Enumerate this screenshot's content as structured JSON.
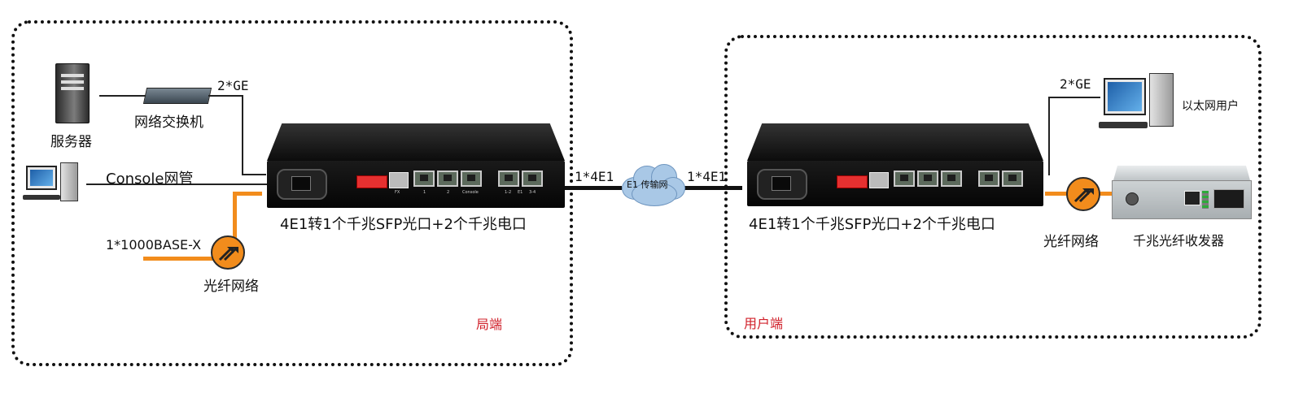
{
  "local_zone": {
    "label": "局端",
    "server_label": "服务器",
    "switch_label": "网络交换机",
    "ge_label": "2*GE",
    "console_label": "Console网管",
    "fiber_line_label": "1*1000BASE-X",
    "fiber_label": "光纤网络",
    "device_label": "4E1转1个千兆SFP光口+2个千兆电口"
  },
  "link": {
    "left_label": "1*4E1",
    "right_label": "1*4E1",
    "cloud_label": "E1 传输网"
  },
  "user_zone": {
    "label": "用户端",
    "ge_label": "2*GE",
    "pc_label": "以太网用户",
    "fiber_label": "光纤网络",
    "converter_label": "千兆光纤收发器",
    "device_label": "4E1转1个千兆SFP光口+2个千兆电口"
  },
  "device_panel": {
    "port_labels": [
      "FX",
      "1",
      "2",
      "Console",
      "1-2",
      "E1",
      "3-4"
    ]
  },
  "colors": {
    "zone_border": "#111111",
    "zone_label": "#d0202a",
    "fiber": "#f28c1c",
    "device": "#0c0c0c"
  }
}
